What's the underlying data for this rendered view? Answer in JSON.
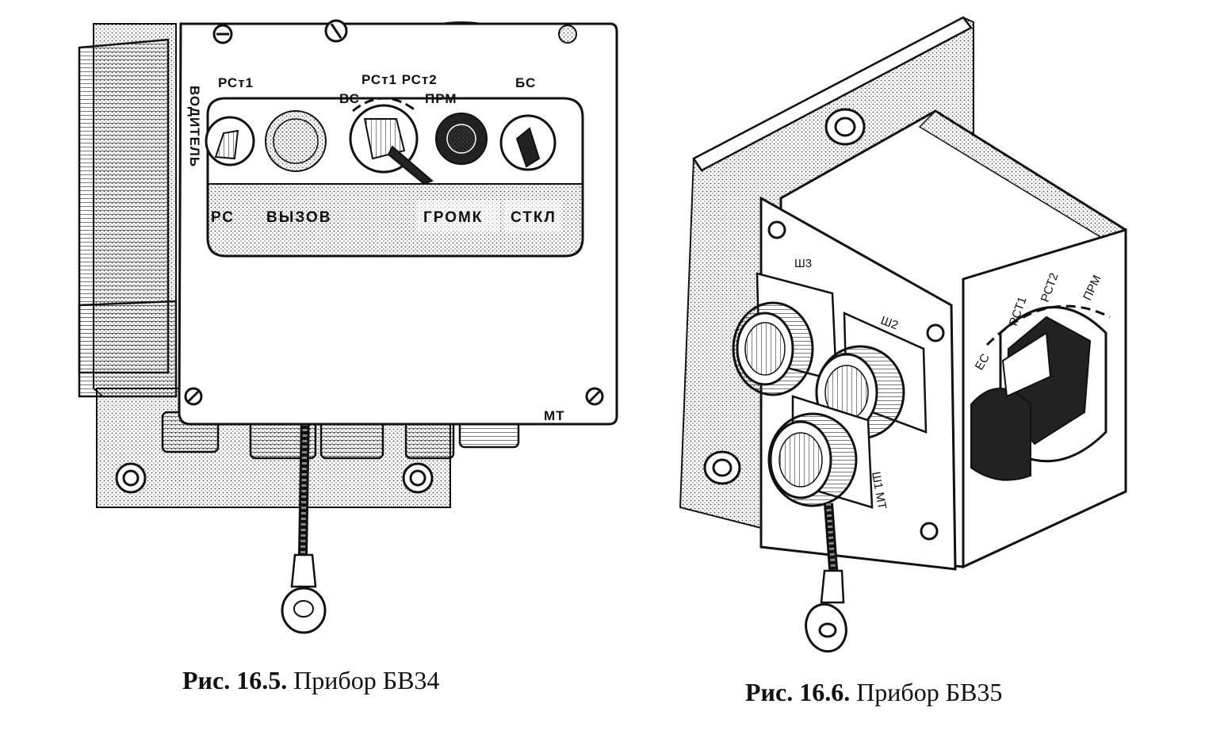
{
  "figure_left": {
    "caption_number": "Рис. 16.5.",
    "caption_text": "Прибор БВ34",
    "side_label": "ВОДИТЕЛЬ",
    "top_labels": {
      "rst1": "РСт1",
      "vs": "ВС",
      "rst1_rst2": "РСт1 РСт2",
      "prm": "ПРМ",
      "bs": "БС"
    },
    "bottom_labels": {
      "rs": "РС",
      "vyzov": "ВЫЗОВ",
      "gromk": "ГРОМК",
      "stkl": "СТКЛ"
    },
    "corner_label": "МТ"
  },
  "figure_right": {
    "caption_number": "Рис. 16.6.",
    "caption_text": "Прибор БВ35",
    "connector_labels": {
      "sh3": "Ш3",
      "sh2": "Ш2",
      "sh1_mt": "Ш1 МТ"
    },
    "switch_labels": {
      "es": "ЕС",
      "rst1": "РСТ1",
      "rst2": "РСТ2",
      "prm": "ПРМ"
    }
  }
}
